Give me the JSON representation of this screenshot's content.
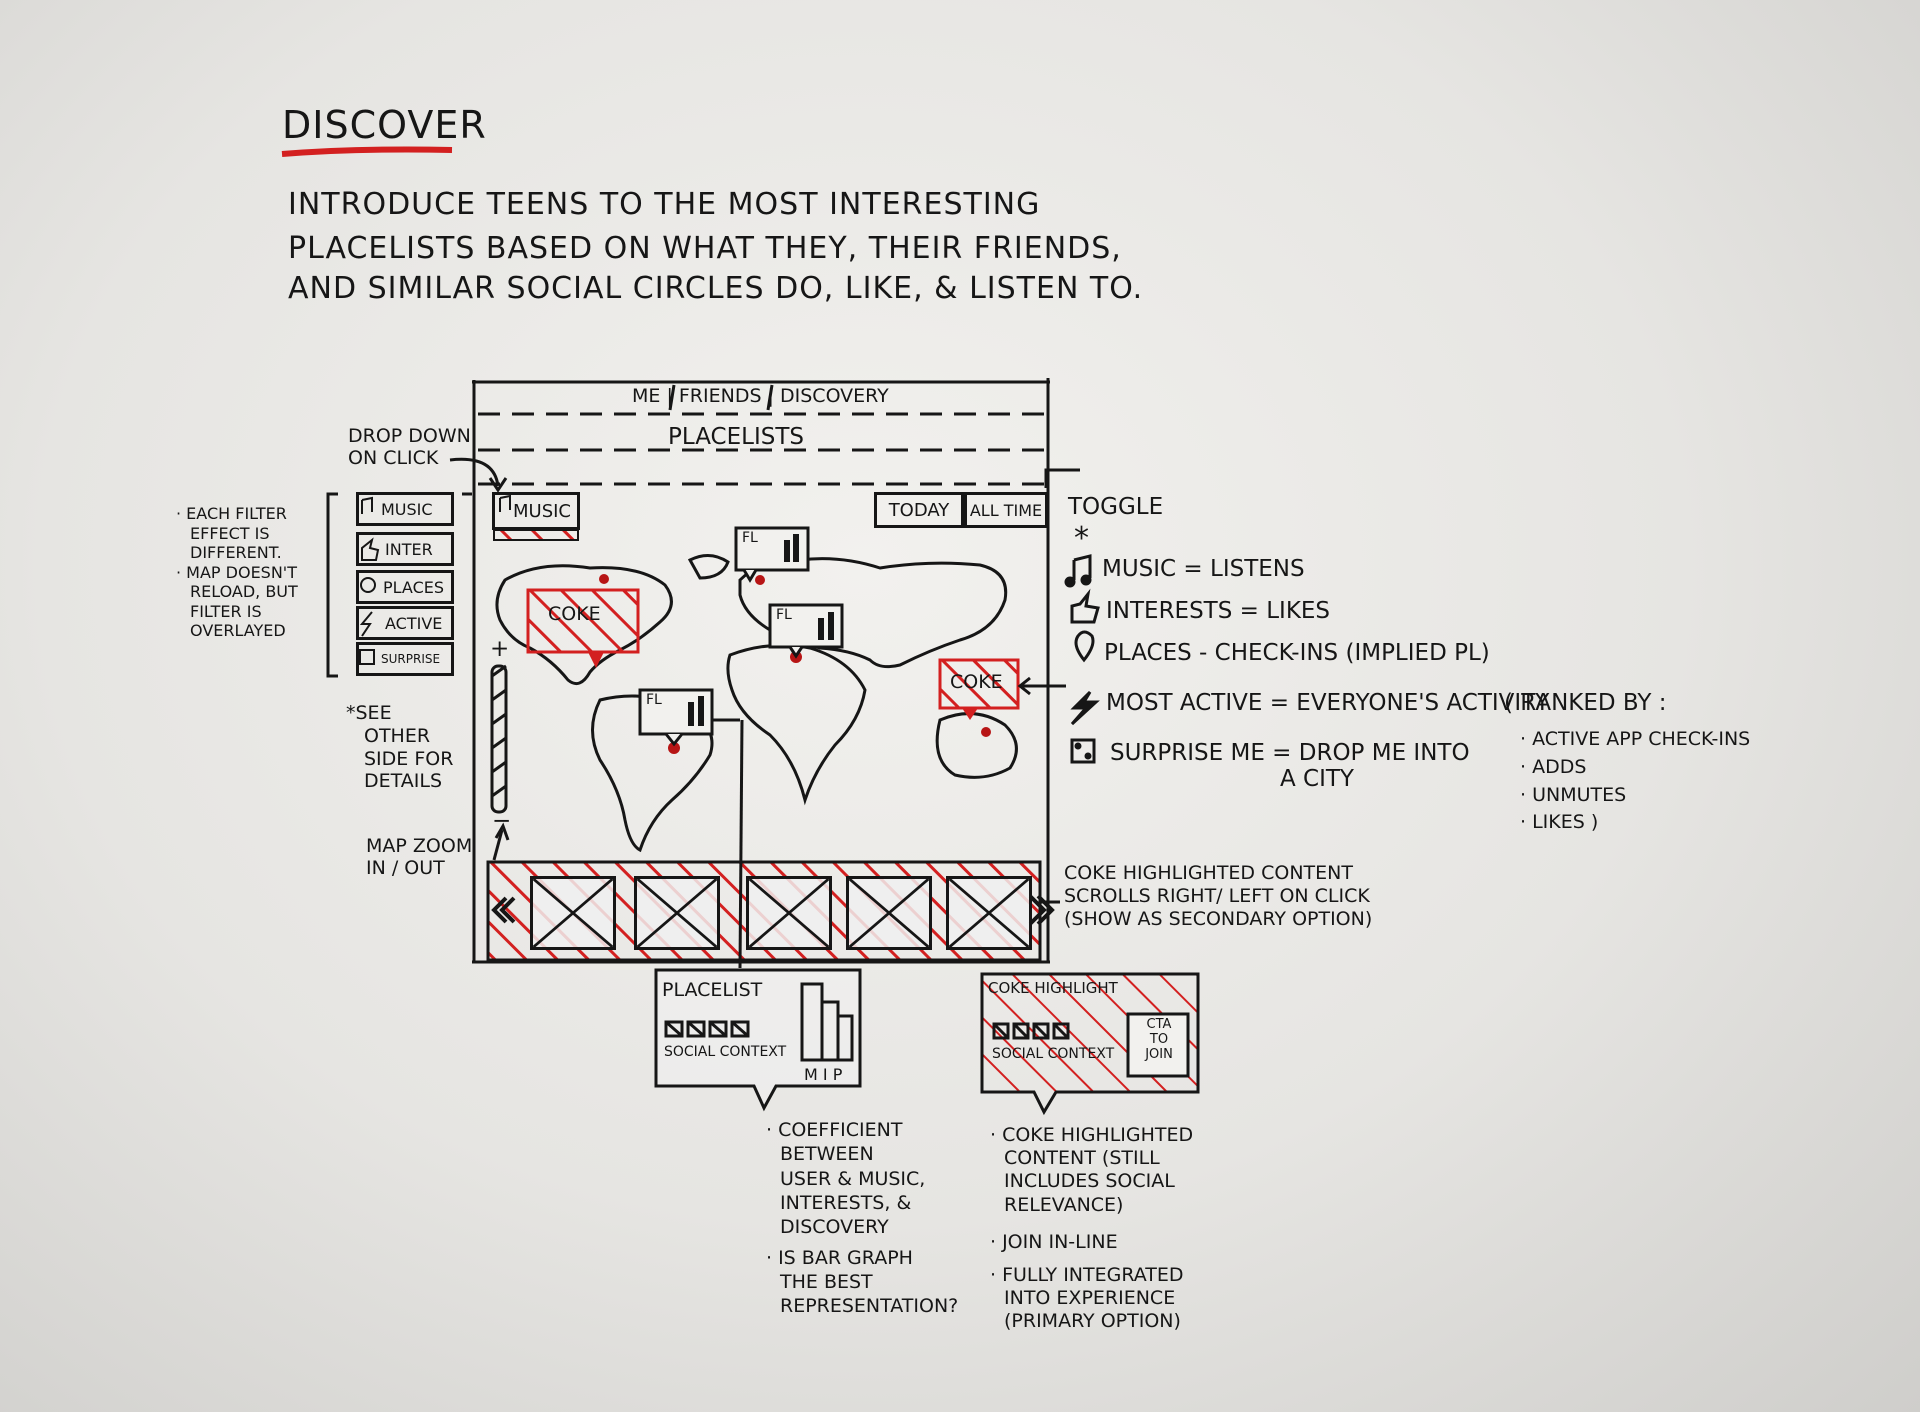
{
  "title": "Discover",
  "intro": {
    "line1": "Introduce teens to the most interesting",
    "line2": "placelists based on what they, their friends,",
    "line3": "and similar social circles do, like, & listen to."
  },
  "wireframe": {
    "nav": "ME | FRIENDS | DISCOVERY",
    "header": "PLACELISTS",
    "filter_dropdown": "MUSIC",
    "toggle": {
      "today": "TODAY",
      "all_time": "ALL TIME"
    },
    "filters": [
      "MUSIC",
      "INTER",
      "PLACES",
      "ACTIVE",
      "SURPRISE"
    ],
    "zoom_plus": "+",
    "zoom_minus": "−",
    "pins": [
      {
        "label": "FL"
      },
      {
        "label": "FL"
      },
      {
        "label": "FL"
      }
    ],
    "coke_pins": [
      "COKE",
      "COKE"
    ],
    "carousel_prev": "«",
    "carousel_next": "»"
  },
  "annotations": {
    "drop_down": [
      "DROP DOWN",
      "ON CLICK"
    ],
    "filter_notes": [
      "· EACH FILTER",
      "EFFECT IS",
      "DIFFERENT.",
      "· MAP DOESN'T",
      "RELOAD, BUT",
      "FILTER IS",
      "OVERLAYED"
    ],
    "see_other": [
      "*SEE",
      "OTHER",
      "SIDE FOR",
      "DETAILS"
    ],
    "map_zoom": [
      "MAP ZOOM",
      "IN / OUT"
    ],
    "toggle": "TOGGLE",
    "asterisk": "*",
    "legend": [
      {
        "icon": "music-note-icon",
        "text": "MUSIC = LISTENS"
      },
      {
        "icon": "thumbs-up-icon",
        "text": "INTERESTS = LIKES"
      },
      {
        "icon": "location-pin-icon",
        "text": "PLACES - CHECK-INS (IMPLIED PL)"
      },
      {
        "icon": "lightning-icon",
        "text": "MOST ACTIVE = EVERYONE'S ACTIVITY"
      },
      {
        "icon": "dice-icon",
        "text": "SURPRISE ME = DROP ME INTO"
      }
    ],
    "surprise_line2": "A CITY",
    "ranked_by": "( RANKED BY :",
    "ranked_items": [
      "· ACTIVE APP CHECK-INS",
      "· ADDS",
      "· UNMUTES",
      "· LIKES )"
    ],
    "coke_content": [
      "COKE HIGHLIGHTED CONTENT",
      "SCROLLS RIGHT/ LEFT ON CLICK",
      "(SHOW AS SECONDARY OPTION)"
    ]
  },
  "placelist_card": {
    "title": "PLACELIST",
    "social_context": "SOCIAL CONTEXT",
    "mip": "M I P"
  },
  "coke_card": {
    "title": "COKE HIGHLIGHT",
    "social_context": "SOCIAL CONTEXT",
    "cta": [
      "CTA",
      "TO",
      "JOIN"
    ]
  },
  "placelist_notes": [
    "· COEFFICIENT",
    "BETWEEN",
    "USER & MUSIC,",
    "INTERESTS, &",
    "DISCOVERY",
    "· IS BAR GRAPH",
    "THE BEST",
    "REPRESENTATION?"
  ],
  "coke_notes": [
    "· COKE HIGHLIGHTED",
    "CONTENT (STILL",
    "INCLUDES SOCIAL",
    "RELEVANCE)",
    "· JOIN IN-LINE",
    "· FULLY INTEGRATED",
    "INTO EXPERIENCE",
    "(PRIMARY OPTION)"
  ],
  "colors": {
    "ink": "#161616",
    "marker_red": "#d32020",
    "board": "#eceae7"
  }
}
